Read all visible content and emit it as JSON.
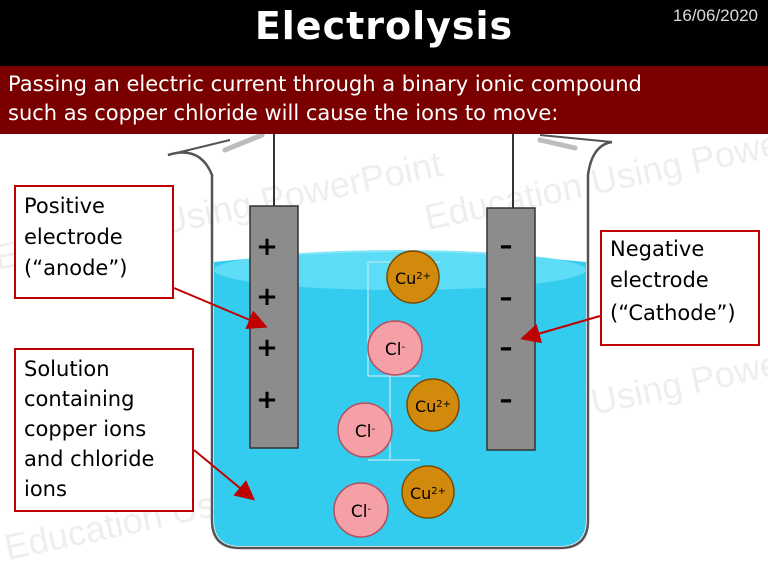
{
  "slide": {
    "title": "Electrolysis",
    "date": "16/06/2020",
    "intro_line1": "Passing an electric current through a binary ionic compound",
    "intro_line2": "such as copper chloride will cause the ions to move:",
    "anode_label": {
      "line1": "Positive",
      "line2": "electrode",
      "line3": "(“anode”)"
    },
    "cathode_label": {
      "line1": "Negative",
      "line2": "electrode",
      "line3": "(“Cathode”)"
    },
    "solution_label": {
      "line1": "Solution",
      "line2": "containing",
      "line3": "copper ions",
      "line4": "and chloride",
      "line5": "ions"
    },
    "anode_sign": "+",
    "cathode_sign": "–",
    "ions": {
      "copper_base": "Cu",
      "copper_charge": "2+",
      "chloride_base": "Cl",
      "chloride_charge": "-"
    },
    "watermark": "Education Using PowerPoint",
    "colors": {
      "title_bar": "#000000",
      "intro_bar": "#7a0000",
      "label_border": "#c00000",
      "solution": "#33ccee",
      "copper_ion": "#d28a0c",
      "chloride_ion": "#f4a0a6",
      "electrode": "#8c8c8c"
    }
  }
}
